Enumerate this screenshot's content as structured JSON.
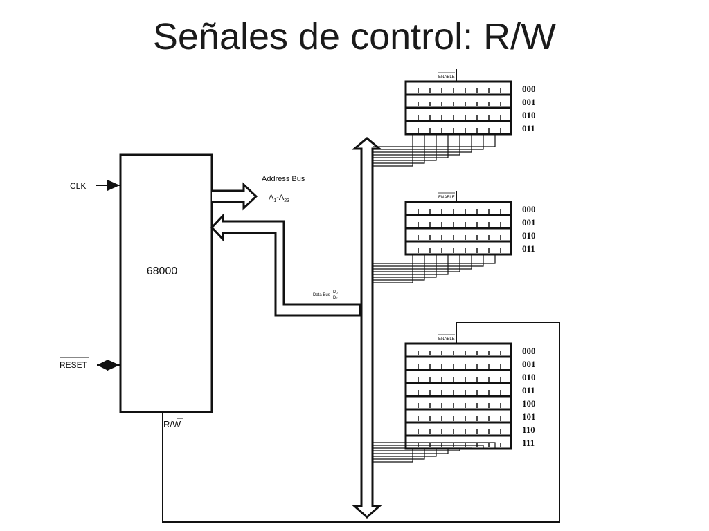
{
  "slide": {
    "title": "Señales de control: R/W"
  },
  "cpu": {
    "label": "68000"
  },
  "signals": {
    "clk": "CLK",
    "reset": "RESET",
    "rw": "R/W"
  },
  "address_bus": {
    "label": "Address Bus",
    "range_main": "A",
    "range_sub_start": "1",
    "range_sep": "-A",
    "range_sub_end": "23"
  },
  "data_bus": {
    "label": "Data Bus",
    "bit_top": "D",
    "bit_top_sub": "0",
    "bit_bottom": "D",
    "bit_bottom_sub": "7"
  },
  "memories": [
    {
      "enable_label": "ENABLE",
      "addresses": [
        "000",
        "001",
        "010",
        "011"
      ]
    },
    {
      "enable_label": "ENABLE",
      "addresses": [
        "000",
        "001",
        "010",
        "011"
      ]
    },
    {
      "enable_label": "ENABLE",
      "addresses": [
        "000",
        "001",
        "010",
        "011",
        "100",
        "101",
        "110",
        "111"
      ]
    }
  ]
}
